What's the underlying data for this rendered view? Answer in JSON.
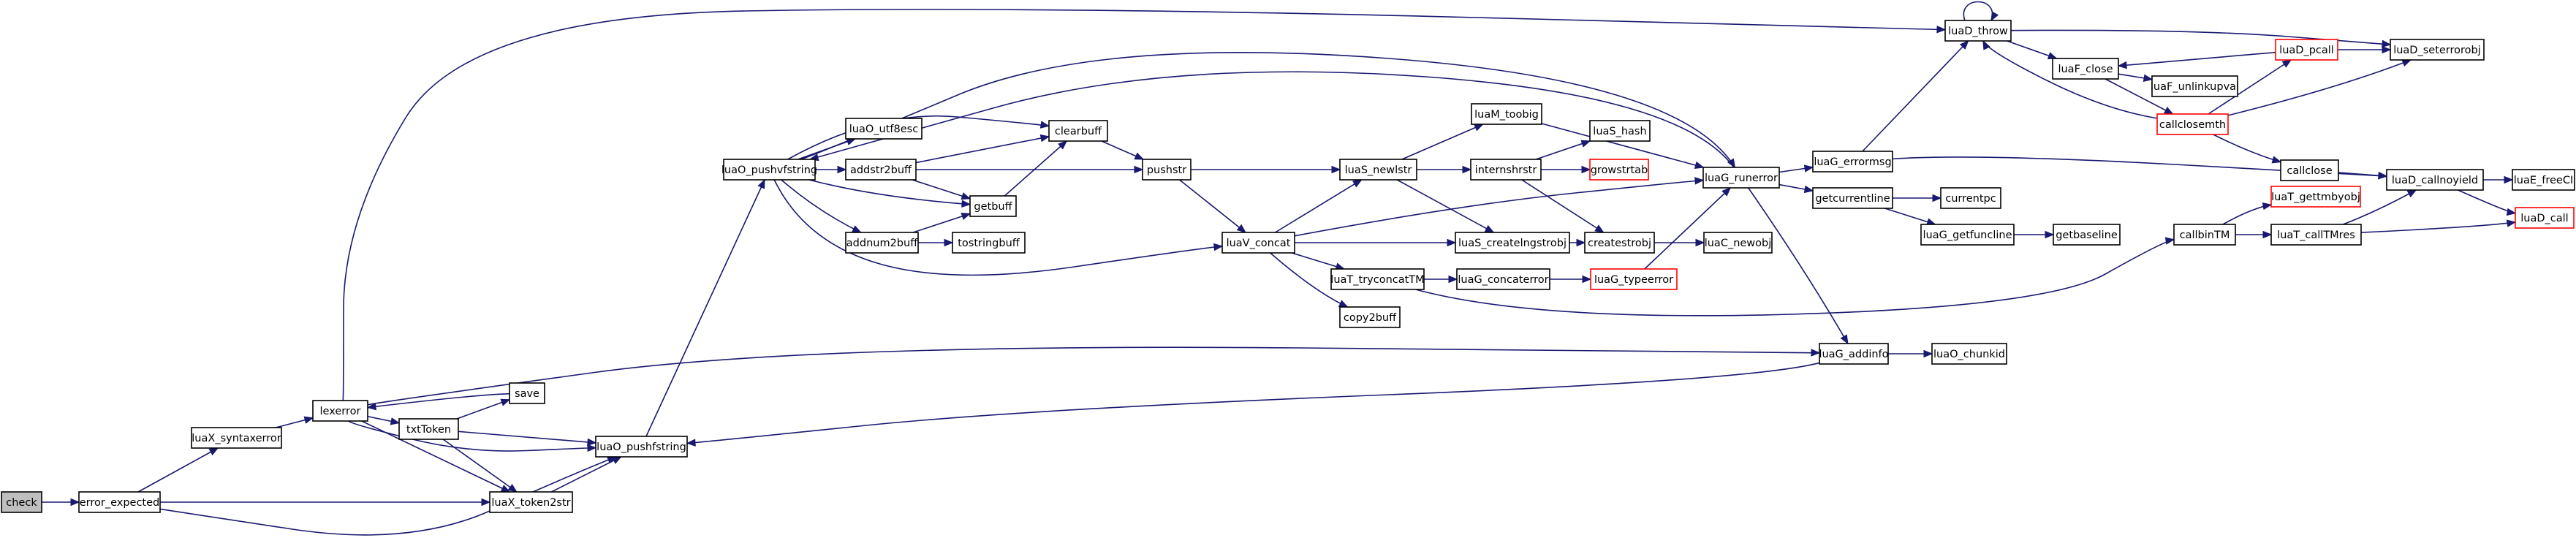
{
  "colors": {
    "edge": "#191970",
    "node_border": "#000000",
    "node_fill": "#ffffff",
    "truncated_border": "#ff0000",
    "root_fill": "#bfbfbf",
    "text": "#000000"
  },
  "nodes": [
    {
      "id": "check",
      "label": "check",
      "root": true
    },
    {
      "id": "error_expected",
      "label": "error_expected"
    },
    {
      "id": "luaX_syntaxerror",
      "label": "luaX_syntaxerror"
    },
    {
      "id": "lexerror",
      "label": "lexerror"
    },
    {
      "id": "save",
      "label": "save"
    },
    {
      "id": "txtToken",
      "label": "txtToken"
    },
    {
      "id": "luaO_pushfstring",
      "label": "luaO_pushfstring"
    },
    {
      "id": "luaX_token2str",
      "label": "luaX_token2str"
    },
    {
      "id": "luaO_pushvfstring",
      "label": "luaO_pushvfstring"
    },
    {
      "id": "luaO_utf8esc",
      "label": "luaO_utf8esc"
    },
    {
      "id": "addstr2buff",
      "label": "addstr2buff"
    },
    {
      "id": "addnum2buff",
      "label": "addnum2buff"
    },
    {
      "id": "getbuff",
      "label": "getbuff"
    },
    {
      "id": "clearbuff",
      "label": "clearbuff"
    },
    {
      "id": "tostringbuff",
      "label": "tostringbuff"
    },
    {
      "id": "pushstr",
      "label": "pushstr"
    },
    {
      "id": "luaV_concat",
      "label": "luaV_concat"
    },
    {
      "id": "copy2buff",
      "label": "copy2buff"
    },
    {
      "id": "luaT_tryconcatTM",
      "label": "luaT_tryconcatTM"
    },
    {
      "id": "luaS_newlstr",
      "label": "luaS_newlstr"
    },
    {
      "id": "luaM_toobig",
      "label": "luaM_toobig"
    },
    {
      "id": "internshrstr",
      "label": "internshrstr"
    },
    {
      "id": "luaS_hash",
      "label": "luaS_hash"
    },
    {
      "id": "growstrtab",
      "label": "growstrtab",
      "truncated": true
    },
    {
      "id": "luaS_createlngstrobj",
      "label": "luaS_createlngstrobj"
    },
    {
      "id": "createstrobj",
      "label": "createstrobj"
    },
    {
      "id": "luaC_newobj",
      "label": "luaC_newobj"
    },
    {
      "id": "luaG_concaterror",
      "label": "luaG_concaterror"
    },
    {
      "id": "luaG_typeerror",
      "label": "luaG_typeerror",
      "truncated": true
    },
    {
      "id": "luaG_runerror",
      "label": "luaG_runerror"
    },
    {
      "id": "luaG_errormsg",
      "label": "luaG_errormsg"
    },
    {
      "id": "getcurrentline",
      "label": "getcurrentline"
    },
    {
      "id": "currentpc",
      "label": "currentpc"
    },
    {
      "id": "luaG_getfuncline",
      "label": "luaG_getfuncline"
    },
    {
      "id": "getbaseline",
      "label": "getbaseline"
    },
    {
      "id": "luaG_addinfo",
      "label": "luaG_addinfo"
    },
    {
      "id": "luaO_chunkid",
      "label": "luaO_chunkid"
    },
    {
      "id": "luaD_throw",
      "label": "luaD_throw"
    },
    {
      "id": "luaF_close",
      "label": "luaF_close"
    },
    {
      "id": "luaF_unlinkupval",
      "label": "luaF_unlinkupval"
    },
    {
      "id": "luaD_pcall",
      "label": "luaD_pcall",
      "truncated": true
    },
    {
      "id": "callclosemth",
      "label": "callclosemth",
      "truncated": true
    },
    {
      "id": "luaD_seterrorobj",
      "label": "luaD_seterrorobj"
    },
    {
      "id": "callclose",
      "label": "callclose"
    },
    {
      "id": "luaD_callnoyield",
      "label": "luaD_callnoyield"
    },
    {
      "id": "luaE_freeCI",
      "label": "luaE_freeCI"
    },
    {
      "id": "luaD_call",
      "label": "luaD_call",
      "truncated": true
    },
    {
      "id": "callbinTM",
      "label": "callbinTM"
    },
    {
      "id": "luaT_gettmbyobj",
      "label": "luaT_gettmbyobj",
      "truncated": true
    },
    {
      "id": "luaT_callTMres",
      "label": "luaT_callTMres"
    }
  ],
  "edges": [
    [
      "check",
      "error_expected"
    ],
    [
      "error_expected",
      "luaX_syntaxerror"
    ],
    [
      "error_expected",
      "luaX_token2str"
    ],
    [
      "error_expected",
      "luaO_pushfstring"
    ],
    [
      "luaX_syntaxerror",
      "lexerror"
    ],
    [
      "lexerror",
      "luaD_throw"
    ],
    [
      "lexerror",
      "luaG_addinfo"
    ],
    [
      "lexerror",
      "luaO_pushfstring"
    ],
    [
      "lexerror",
      "txtToken"
    ],
    [
      "lexerror",
      "luaX_token2str"
    ],
    [
      "txtToken",
      "save"
    ],
    [
      "save",
      "lexerror"
    ],
    [
      "txtToken",
      "luaO_pushfstring"
    ],
    [
      "txtToken",
      "luaX_token2str"
    ],
    [
      "luaX_token2str",
      "luaO_pushfstring"
    ],
    [
      "luaO_pushfstring",
      "luaO_pushvfstring"
    ],
    [
      "luaO_pushvfstring",
      "luaO_utf8esc"
    ],
    [
      "luaO_pushvfstring",
      "addstr2buff"
    ],
    [
      "luaO_pushvfstring",
      "addnum2buff"
    ],
    [
      "luaO_pushvfstring",
      "getbuff"
    ],
    [
      "luaO_pushvfstring",
      "clearbuff"
    ],
    [
      "luaO_pushvfstring",
      "luaG_runerror"
    ],
    [
      "luaO_pushvfstring",
      "luaV_concat"
    ],
    [
      "addstr2buff",
      "clearbuff"
    ],
    [
      "addstr2buff",
      "getbuff"
    ],
    [
      "addstr2buff",
      "pushstr"
    ],
    [
      "addnum2buff",
      "getbuff"
    ],
    [
      "addnum2buff",
      "tostringbuff"
    ],
    [
      "getbuff",
      "clearbuff"
    ],
    [
      "clearbuff",
      "pushstr"
    ],
    [
      "pushstr",
      "luaS_newlstr"
    ],
    [
      "pushstr",
      "luaV_concat"
    ],
    [
      "luaV_concat",
      "luaS_newlstr"
    ],
    [
      "luaV_concat",
      "luaS_createlngstrobj"
    ],
    [
      "luaV_concat",
      "luaT_tryconcatTM"
    ],
    [
      "luaV_concat",
      "copy2buff"
    ],
    [
      "luaV_concat",
      "luaG_runerror"
    ],
    [
      "luaS_newlstr",
      "luaM_toobig"
    ],
    [
      "luaS_newlstr",
      "internshrstr"
    ],
    [
      "luaS_newlstr",
      "luaS_createlngstrobj"
    ],
    [
      "luaM_toobig",
      "luaG_runerror"
    ],
    [
      "internshrstr",
      "luaS_hash"
    ],
    [
      "internshrstr",
      "growstrtab"
    ],
    [
      "internshrstr",
      "createstrobj"
    ],
    [
      "luaS_createlngstrobj",
      "createstrobj"
    ],
    [
      "createstrobj",
      "luaC_newobj"
    ],
    [
      "luaT_tryconcatTM",
      "luaG_concaterror"
    ],
    [
      "luaT_tryconcatTM",
      "callbinTM"
    ],
    [
      "luaG_concaterror",
      "luaG_typeerror"
    ],
    [
      "luaG_typeerror",
      "luaG_runerror"
    ],
    [
      "luaG_runerror",
      "luaO_pushvfstring"
    ],
    [
      "luaG_runerror",
      "luaG_errormsg"
    ],
    [
      "luaG_runerror",
      "getcurrentline"
    ],
    [
      "luaG_runerror",
      "luaG_addinfo"
    ],
    [
      "luaG_errormsg",
      "luaD_throw"
    ],
    [
      "luaG_errormsg",
      "luaD_callnoyield"
    ],
    [
      "getcurrentline",
      "currentpc"
    ],
    [
      "getcurrentline",
      "luaG_getfuncline"
    ],
    [
      "luaG_getfuncline",
      "getbaseline"
    ],
    [
      "luaG_addinfo",
      "luaO_chunkid"
    ],
    [
      "luaG_addinfo",
      "luaO_pushfstring"
    ],
    [
      "luaD_throw",
      "luaD_throw"
    ],
    [
      "luaD_throw",
      "luaF_close"
    ],
    [
      "luaD_throw",
      "luaD_seterrorobj"
    ],
    [
      "luaF_close",
      "luaF_unlinkupval"
    ],
    [
      "luaF_close",
      "callclosemth"
    ],
    [
      "luaD_pcall",
      "luaF_close"
    ],
    [
      "luaD_pcall",
      "luaD_seterrorobj"
    ],
    [
      "callclosemth",
      "luaD_pcall"
    ],
    [
      "callclosemth",
      "luaD_seterrorobj"
    ],
    [
      "callclosemth",
      "callclose"
    ],
    [
      "callclosemth",
      "luaD_throw"
    ],
    [
      "callclose",
      "luaD_callnoyield"
    ],
    [
      "luaD_callnoyield",
      "luaE_freeCI"
    ],
    [
      "luaD_callnoyield",
      "luaD_call"
    ],
    [
      "callbinTM",
      "luaT_gettmbyobj"
    ],
    [
      "callbinTM",
      "luaT_callTMres"
    ],
    [
      "luaT_callTMres",
      "luaD_callnoyield"
    ],
    [
      "luaT_callTMres",
      "luaD_call"
    ]
  ]
}
